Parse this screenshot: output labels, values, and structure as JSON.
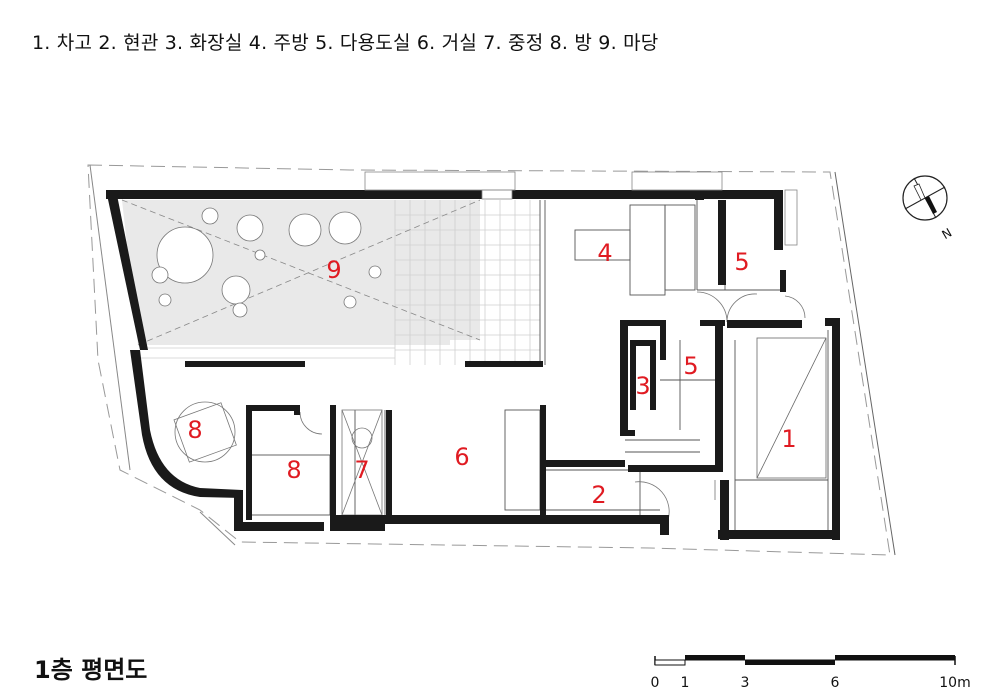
{
  "legend": "1. 차고  2. 현관  3. 화장실  4. 주방  5. 다용도실  6. 거실  7. 중정  8. 방  9. 마당",
  "title": "1층 평면도",
  "room_numbers": {
    "garage": "1",
    "entrance": "2",
    "bathroom": "3",
    "kitchen": "4",
    "utility_top": "5",
    "utility_mid": "5",
    "living": "6",
    "courtyard": "7",
    "room_a": "8",
    "room_b": "8",
    "yard": "9"
  },
  "scale_bar": {
    "labels": [
      "0",
      "1",
      "3",
      "6",
      "10m"
    ]
  },
  "north_label": "N",
  "colors": {
    "wall": "#1a1a1a",
    "room_number": "#e01b22",
    "line": "#555555",
    "yard_fill": "#e8e8e8"
  }
}
